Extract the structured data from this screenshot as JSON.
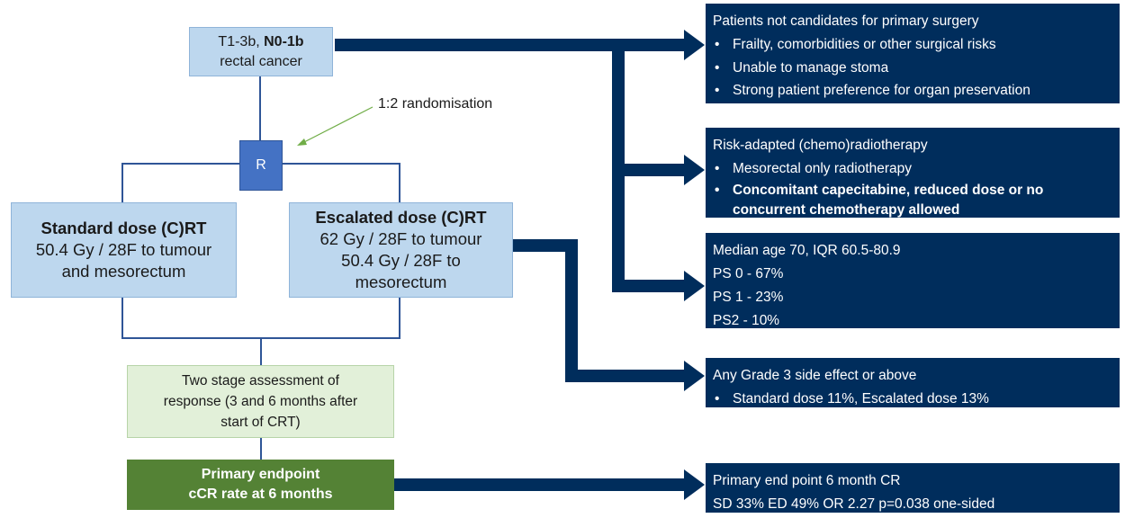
{
  "start_box": {
    "line1_prefix": "T1-3b, ",
    "line1_bold": "N0-1b",
    "line2": "rectal cancer"
  },
  "randomisation_label": "1:2 randomisation",
  "r_box": "R",
  "standard_arm": {
    "title": "Standard dose (C)RT",
    "line1": "50.4 Gy / 28F  to tumour",
    "line2": "and mesorectum"
  },
  "escalated_arm": {
    "title": "Escalated dose (C)RT",
    "line1": "62 Gy / 28F  to tumour",
    "line2": "50.4 Gy / 28F to",
    "line3": "mesorectum"
  },
  "assessment_box": {
    "line1": "Two stage assessment of",
    "line2": "response (3 and 6 months after",
    "line3": "start of CRT)"
  },
  "endpoint_box": {
    "line1": "Primary endpoint",
    "line2": "cCR rate at 6 months"
  },
  "info_candidates": {
    "title": "Patients not candidates for primary surgery",
    "bullets": [
      "Frailty, comorbidities or other surgical risks",
      "Unable to manage stoma",
      "Strong patient preference for organ preservation"
    ]
  },
  "info_therapy": {
    "title": "Risk-adapted (chemo)radiotherapy",
    "bullet1": "Mesorectal only radiotherapy",
    "bullet2_line1": "Concomitant capecitabine, reduced dose or no",
    "bullet2_line2": "concurrent chemotherapy allowed"
  },
  "info_demographics": {
    "lines": [
      "Median age 70, IQR 60.5-80.9",
      "PS 0 - 67%",
      "PS 1 - 23%",
      "PS2 - 10%"
    ]
  },
  "info_toxicity": {
    "title": "Any Grade 3 side effect or above",
    "bullet": "Standard dose 11%, Escalated dose 13%"
  },
  "info_result": {
    "line1": "Primary end point 6 month CR",
    "line2": "SD  33% ED 49% OR 2.27 p=0.038 one-sided"
  },
  "colors": {
    "navy": "#002d5c",
    "light_blue": "#bdd7ee",
    "light_green": "#e2f0d9",
    "dark_green": "#548235",
    "r_blue": "#4472c4",
    "connector": "#2f5597",
    "pointer": "#70ad47"
  }
}
